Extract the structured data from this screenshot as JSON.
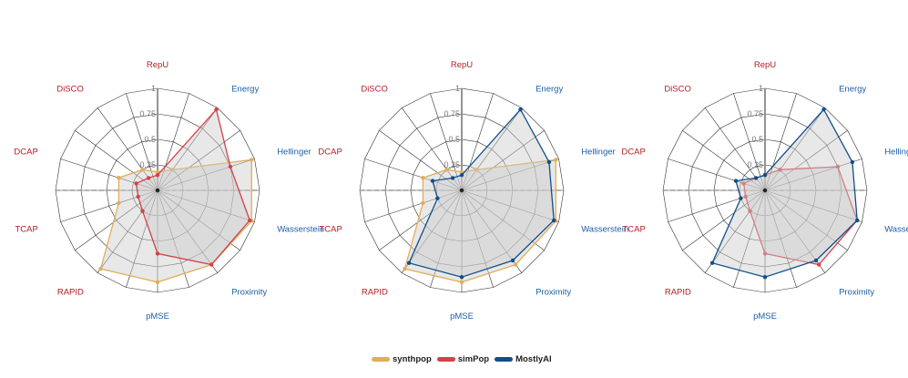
{
  "colors": {
    "synthpop": "#E0AE5A",
    "simPop": "#D64046",
    "MostlyAI": "#124E8B",
    "privacy_label": "#B01E23",
    "utility_label": "#1C5FA6",
    "grid": "#333333",
    "fill": "#CCCCCC"
  },
  "legend": [
    {
      "name": "synthpop",
      "color": "#E0AE5A"
    },
    {
      "name": "simPop",
      "color": "#D64046"
    },
    {
      "name": "MostlyAI",
      "color": "#124E8B"
    }
  ],
  "chart_data": [
    {
      "type": "radar",
      "axes": [
        "RepU",
        "Energy",
        "Hellinger",
        "Wasserstein",
        "Proximity",
        "pMSE",
        "RAPID",
        "TCAP",
        "DCAP",
        "DiSCO"
      ],
      "axis_groups": [
        "privacy",
        "utility",
        "utility",
        "utility",
        "utility",
        "utility",
        "privacy",
        "privacy",
        "privacy",
        "privacy"
      ],
      "rlim": [
        0,
        1
      ],
      "ticks": [
        "0.25",
        "0.5",
        "0.75",
        "1"
      ],
      "series": [
        {
          "name": "synthpop",
          "values": [
            0.18,
            0.25,
            0.97,
            0.97,
            0.9,
            0.9,
            0.95,
            0.4,
            0.4,
            0.25
          ]
        },
        {
          "name": "simPop",
          "values": [
            0.15,
            0.98,
            0.75,
            0.95,
            0.9,
            0.62,
            0.25,
            0.2,
            0.22,
            0.15
          ]
        }
      ]
    },
    {
      "type": "radar",
      "axes": [
        "RepU",
        "Energy",
        "Hellinger",
        "Wasserstein",
        "Proximity",
        "pMSE",
        "RAPID",
        "TCAP",
        "DCAP",
        "DiSCO"
      ],
      "axis_groups": [
        "privacy",
        "utility",
        "utility",
        "utility",
        "utility",
        "utility",
        "privacy",
        "privacy",
        "privacy",
        "privacy"
      ],
      "rlim": [
        0,
        1
      ],
      "ticks": [
        "0.25",
        "0.5",
        "0.75",
        "1"
      ],
      "series": [
        {
          "name": "synthpop",
          "values": [
            0.18,
            0.25,
            0.97,
            0.97,
            0.9,
            0.9,
            0.95,
            0.4,
            0.4,
            0.25
          ]
        },
        {
          "name": "MostlyAI",
          "values": [
            0.15,
            0.98,
            0.9,
            0.95,
            0.85,
            0.85,
            0.88,
            0.25,
            0.3,
            0.15
          ]
        }
      ]
    },
    {
      "type": "radar",
      "axes": [
        "RepU",
        "Energy",
        "Hellinger",
        "Wasserstein",
        "Proximity",
        "pMSE",
        "RAPID",
        "TCAP",
        "DCAP",
        "DiSCO"
      ],
      "axis_groups": [
        "privacy",
        "utility",
        "utility",
        "utility",
        "utility",
        "utility",
        "privacy",
        "privacy",
        "privacy",
        "privacy"
      ],
      "rlim": [
        0,
        1
      ],
      "ticks": [
        "0.25",
        "0.5",
        "0.75",
        "1"
      ],
      "series": [
        {
          "name": "simPop",
          "values": [
            0.15,
            0.25,
            0.75,
            0.95,
            0.9,
            0.62,
            0.25,
            0.2,
            0.22,
            0.15
          ]
        },
        {
          "name": "MostlyAI",
          "values": [
            0.15,
            0.98,
            0.9,
            0.95,
            0.85,
            0.85,
            0.88,
            0.25,
            0.3,
            0.15
          ]
        }
      ]
    }
  ]
}
